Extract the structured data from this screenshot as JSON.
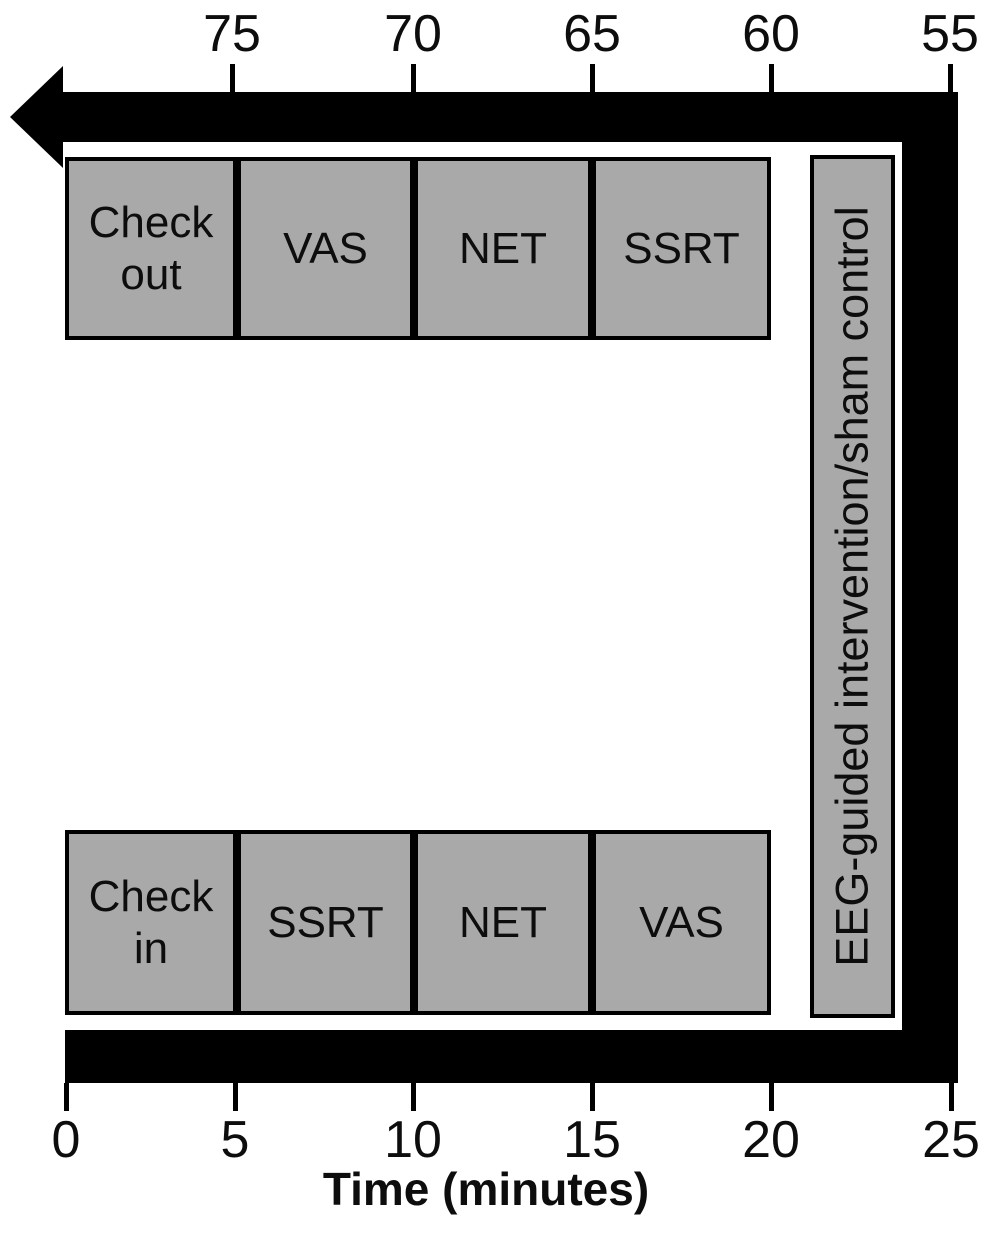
{
  "figure": {
    "description": "Study session protocol timeline with U-shaped arrow",
    "top_axis": {
      "ticks": [
        "75",
        "70",
        "65",
        "60",
        "55"
      ]
    },
    "bottom_axis": {
      "ticks": [
        "0",
        "5",
        "10",
        "15",
        "20",
        "25"
      ],
      "title": "Time (minutes)"
    },
    "outbound_row": {
      "boxes": [
        {
          "label": "Check out"
        },
        {
          "label": "VAS"
        },
        {
          "label": "NET"
        },
        {
          "label": "SSRT"
        }
      ]
    },
    "inbound_row": {
      "boxes": [
        {
          "label": "Check in"
        },
        {
          "label": "SSRT"
        },
        {
          "label": "NET"
        },
        {
          "label": "VAS"
        }
      ]
    },
    "intervention_box": {
      "label": "EEG-guided intervention/sham control"
    },
    "colors": {
      "box_fill": "#a9a9a9",
      "box_border": "#000000",
      "arrow": "#000000",
      "background": "#ffffff"
    }
  },
  "chart_data": {
    "type": "timeline",
    "xlabel": "Time (minutes)",
    "bottom_axis_ticks": [
      0,
      5,
      10,
      15,
      20,
      25
    ],
    "top_axis_ticks": [
      75,
      70,
      65,
      60,
      55
    ],
    "flow": "counter-clockwise: bottom axis left-to-right, up right side, top axis right-to-left ending in arrowhead",
    "segments": [
      {
        "label": "Check in",
        "start_min": 0,
        "end_min": 5
      },
      {
        "label": "SSRT",
        "start_min": 5,
        "end_min": 10
      },
      {
        "label": "NET",
        "start_min": 10,
        "end_min": 15
      },
      {
        "label": "VAS",
        "start_min": 15,
        "end_min": 20
      },
      {
        "label": "EEG-guided intervention/sham control",
        "start_min": 20,
        "end_min": 55
      },
      {
        "label": "SSRT",
        "start_min": 60,
        "end_min": 65
      },
      {
        "label": "NET",
        "start_min": 65,
        "end_min": 70
      },
      {
        "label": "VAS",
        "start_min": 70,
        "end_min": 75
      },
      {
        "label": "Check out",
        "start_min": 75,
        "end_min": 80
      }
    ]
  }
}
